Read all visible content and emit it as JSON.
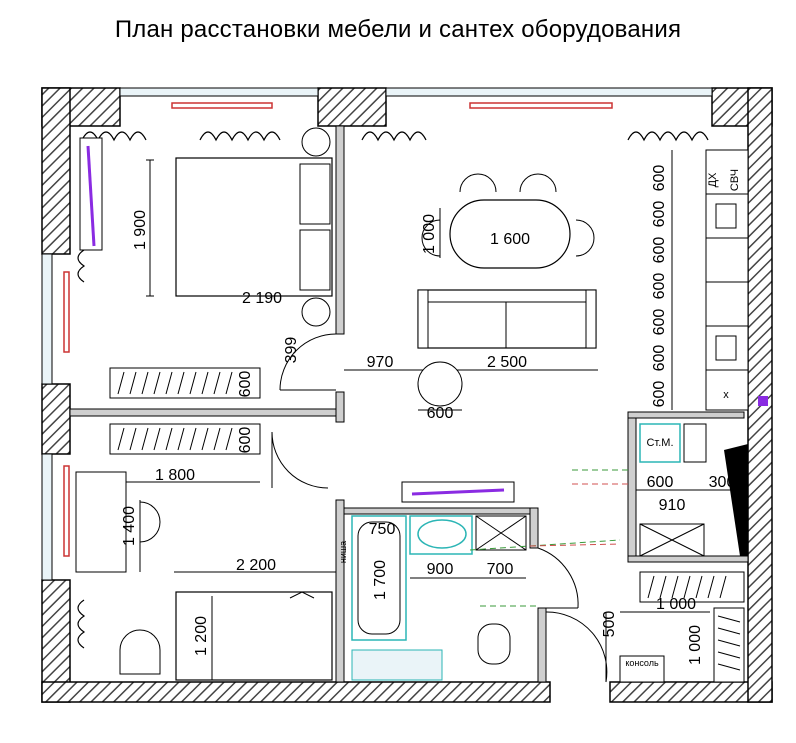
{
  "title": "План расстановки мебели и сантех оборудования",
  "dimensions": {
    "bed1_length": "1 900",
    "bed1_width": "2 190",
    "table_length": "1 600",
    "table_width": "1 000",
    "door_399": "399",
    "corridor_970": "970",
    "sofa_2500": "2 500",
    "round_600": "600",
    "wardrobe_a": "600",
    "wardrobe_b": "600",
    "wardrobe_len": "1 800",
    "desk_1400": "1 400",
    "bed2_length": "2 200",
    "bed2_width": "1 200",
    "kitchen_modules": [
      "600",
      "600",
      "600",
      "600",
      "600",
      "600",
      "600"
    ],
    "bath_750": "750",
    "bath_1700": "1 700",
    "sink_900": "900",
    "cab_700": "700",
    "laundry_600": "600",
    "laundry_300": "300",
    "laundry_910": "910",
    "closet_1000_h": "1 000",
    "closet_1000_v": "1 000",
    "door_500": "500"
  },
  "labels": {
    "niche": "ниша",
    "washer": "Ст.М.",
    "console": "консоль",
    "kitchen_top": "ДХ",
    "kitchen_microwave": "СВЧ",
    "kitchen_x": "x"
  },
  "colors": {
    "wall_hatch": "#555555",
    "window_red": "#cc3333",
    "bath_cyan": "#2bb5b5",
    "furniture_purple": "#8a2be2",
    "dashed_green": "#3a9a3a",
    "dashed_red": "#d05050"
  }
}
